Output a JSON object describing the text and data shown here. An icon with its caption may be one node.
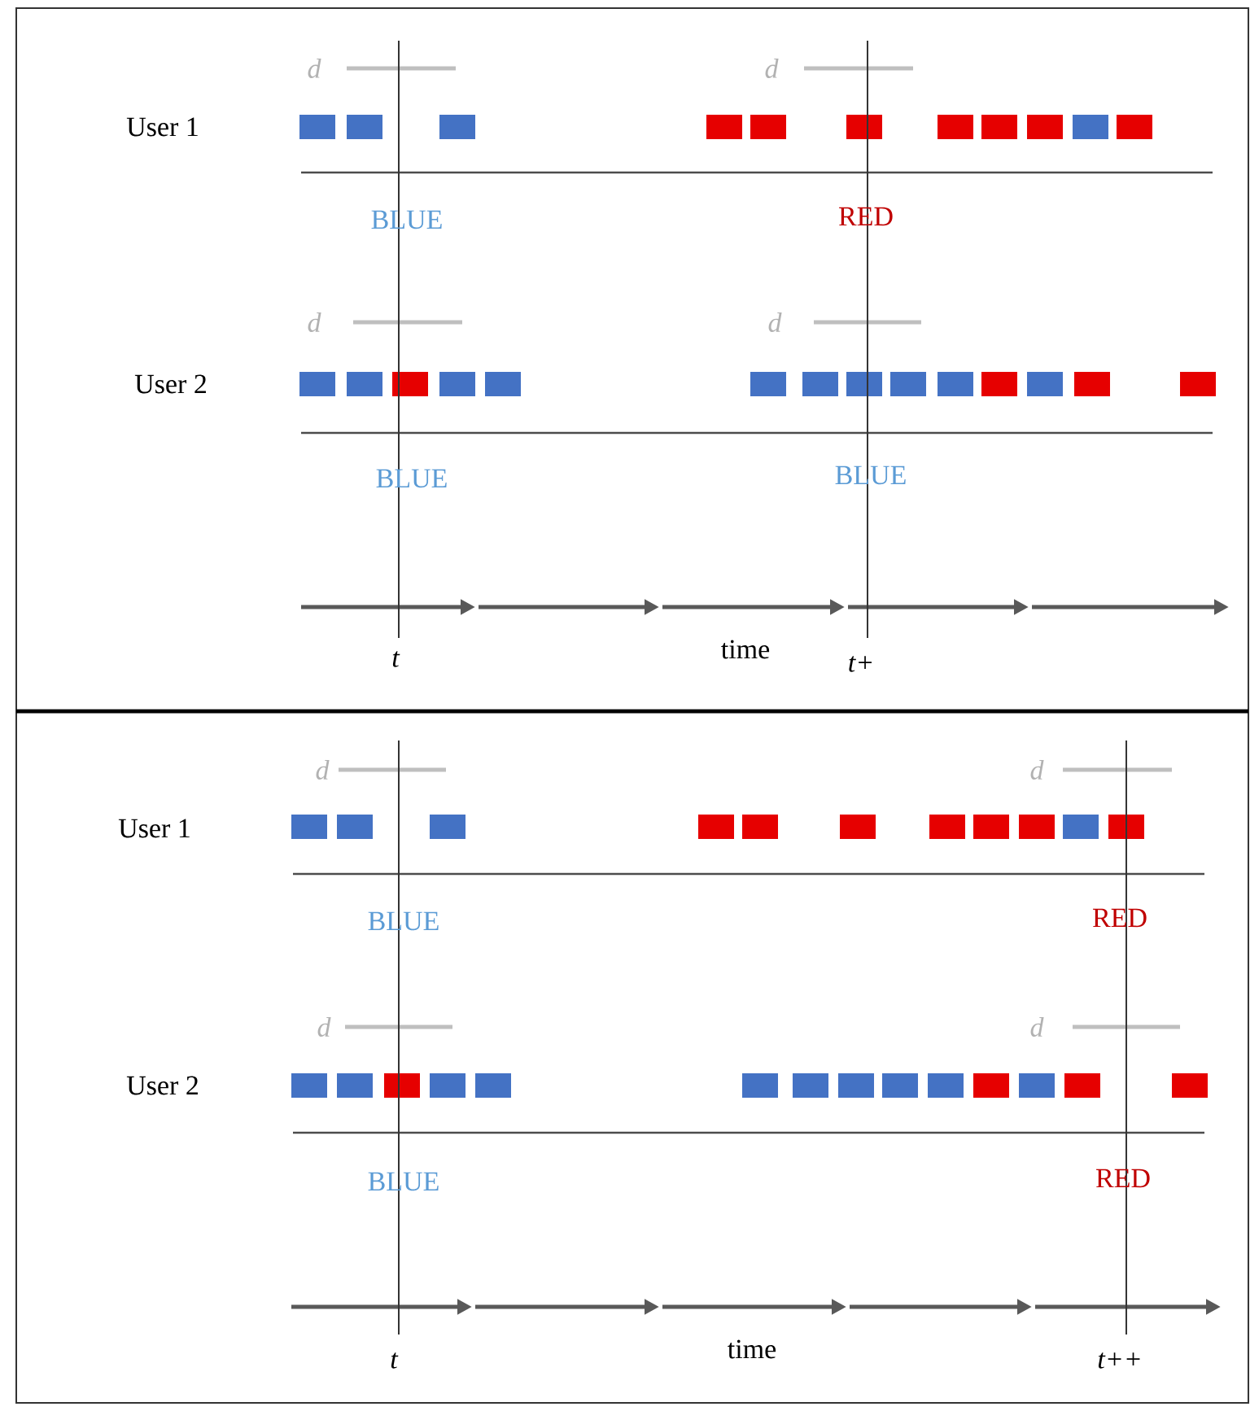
{
  "diagram": {
    "labels": [
      "d",
      "d",
      "User 1",
      "BLUE",
      "RED",
      "d",
      "d",
      "User 2",
      "BLUE",
      "BLUE",
      "t",
      "time",
      "t+",
      "d",
      "d",
      "User 1",
      "BLUE",
      "RED",
      "d",
      "d",
      "User 2",
      "BLUE",
      "RED",
      "t",
      "time",
      "t++"
    ]
  }
}
